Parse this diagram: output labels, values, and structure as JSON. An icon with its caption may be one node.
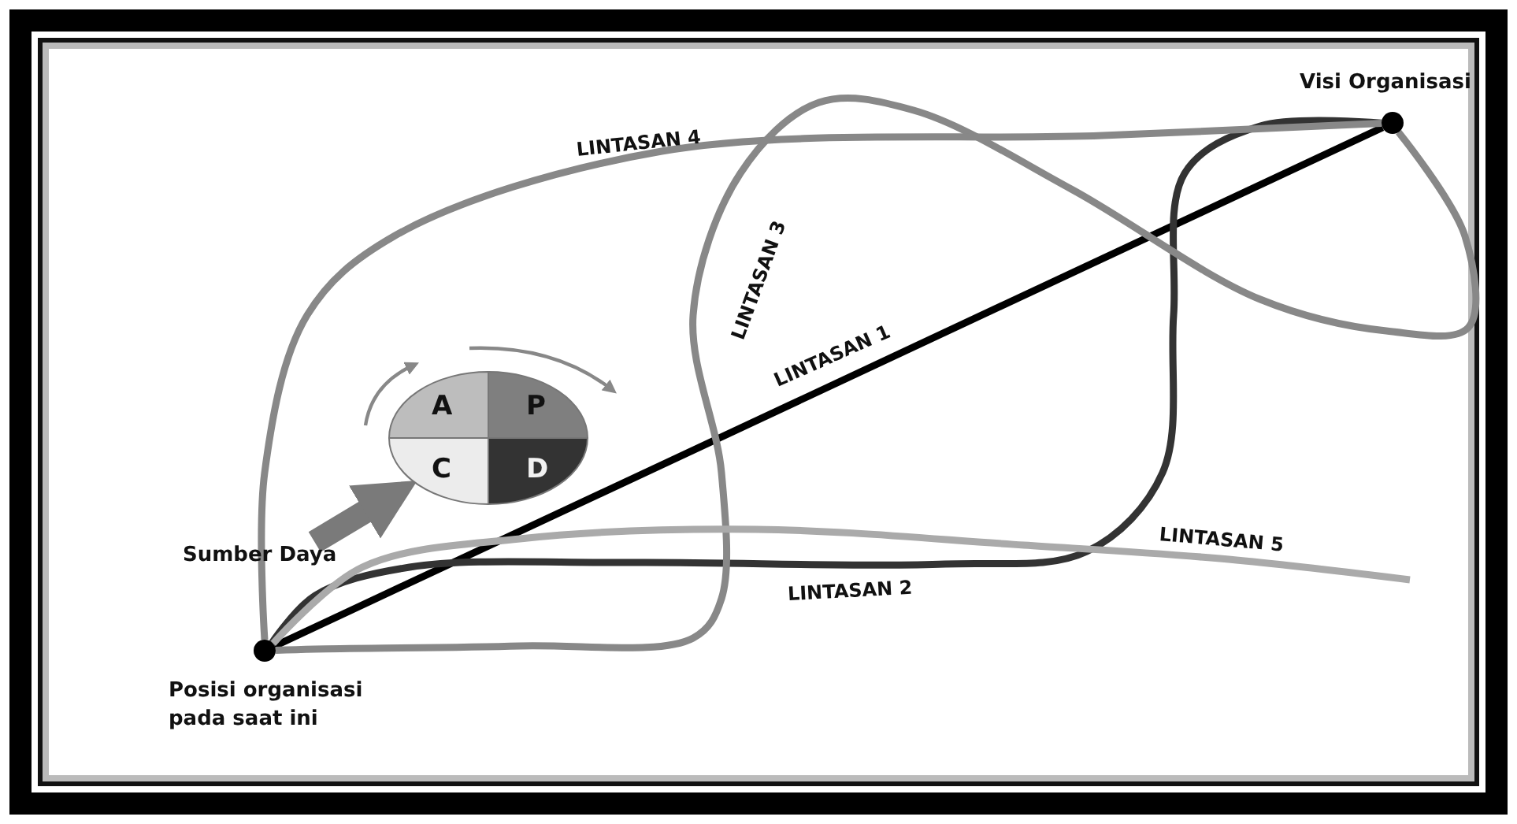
{
  "diagram": {
    "nodes": [
      {
        "text": [
          "Posisi organisasi pada saat ini"
        ]
      },
      {
        "text": [
          "Visi Organisasi"
        ]
      },
      {
        "text": [
          "A",
          "P",
          "C",
          "D"
        ]
      },
      {
        "text": [
          "Sumber Daya"
        ]
      }
    ],
    "edges": [
      {
        "from": 0,
        "to": 1,
        "arrow": "none",
        "label": "LINTASAN 1",
        "color": "#000000"
      },
      {
        "from": 0,
        "to": 1,
        "arrow": "none",
        "label": "LINTASAN 2",
        "color": "#333333"
      },
      {
        "from": 0,
        "to": 1,
        "arrow": "none",
        "label": "LINTASAN 3"
      },
      {
        "from": 0,
        "to": 1,
        "arrow": "none",
        "label": "LINTASAN 4"
      },
      {
        "from": 0,
        "to": null,
        "arrow": "none",
        "label": "LINTASAN 5",
        "color": "#aaaaaa"
      },
      {
        "from": 3,
        "to": 2,
        "arrow": "to",
        "style": "thick"
      }
    ]
  }
}
